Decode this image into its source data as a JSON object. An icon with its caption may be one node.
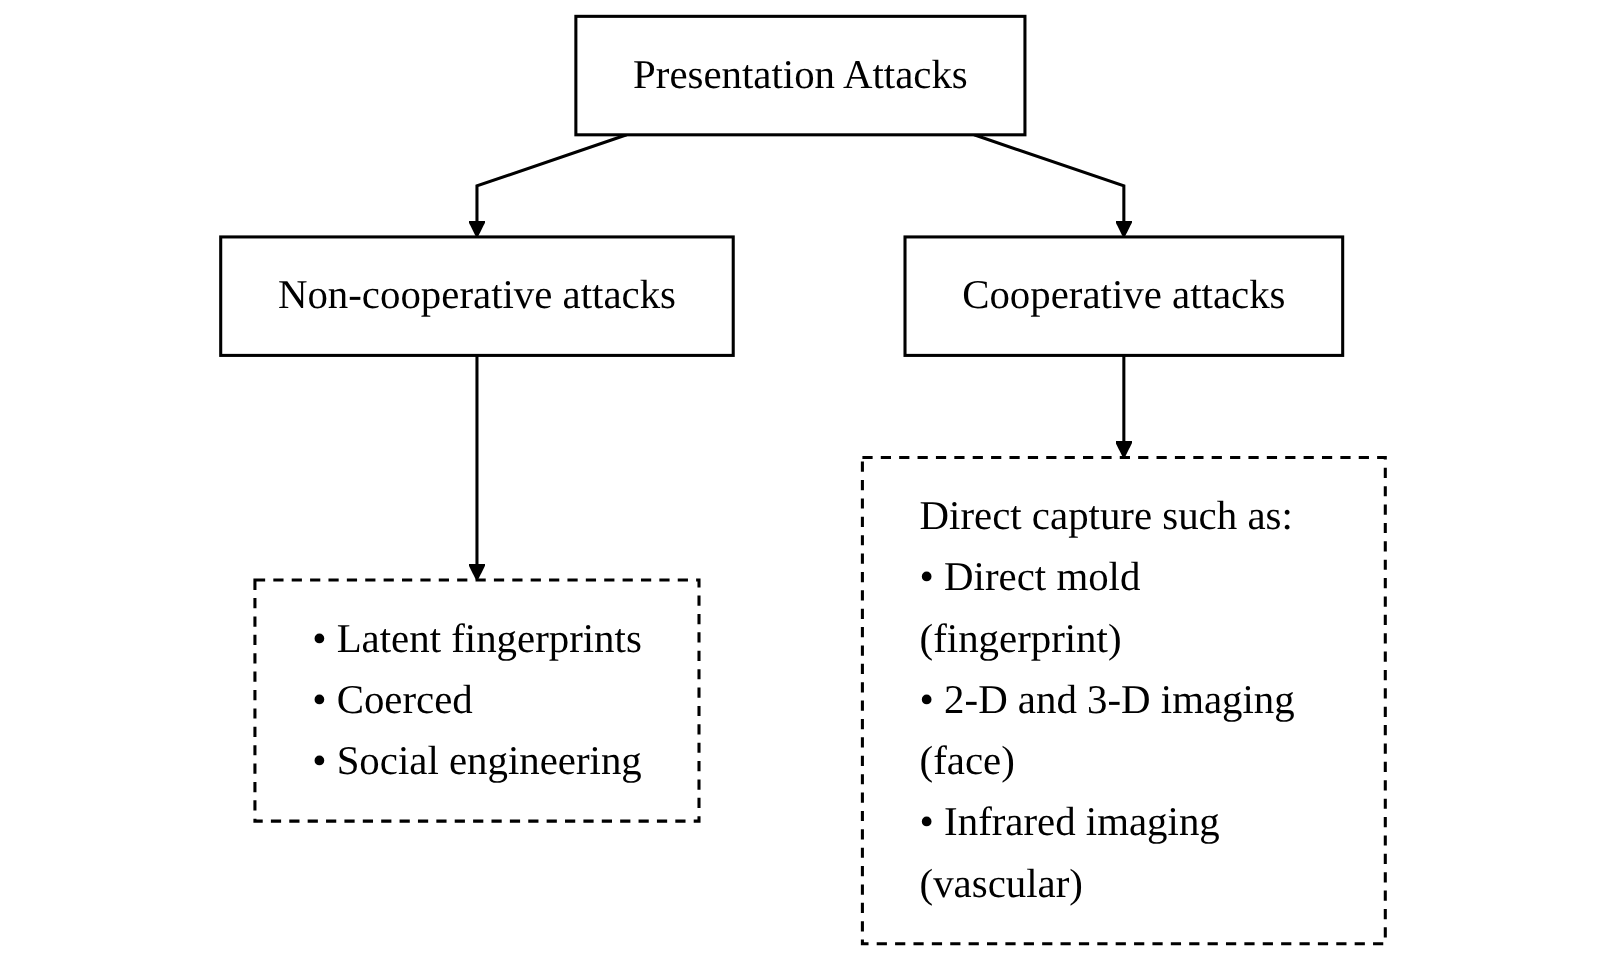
{
  "diagram": {
    "nodes": [
      {
        "text": [
          "Presentation Attacks"
        ]
      },
      {
        "text": [
          "Non-cooperative attacks"
        ]
      },
      {
        "text": [
          "Cooperative attacks"
        ]
      },
      {
        "text": [
          "• Latent fingerprints",
          "• Coerced",
          "• Social engineering"
        ]
      },
      {
        "text": [
          "Direct capture such as:",
          "• Direct mold (fingerprint)",
          "• 2-D and 3-D imaging (face)",
          "• Infrared imaging (vascular)"
        ]
      }
    ],
    "edges": [
      {
        "from": 0,
        "to": 1,
        "arrow": "to"
      },
      {
        "from": 0,
        "to": 2,
        "arrow": "to"
      },
      {
        "from": 1,
        "to": 3,
        "arrow": "to"
      },
      {
        "from": 2,
        "to": 4,
        "arrow": "to"
      }
    ]
  }
}
